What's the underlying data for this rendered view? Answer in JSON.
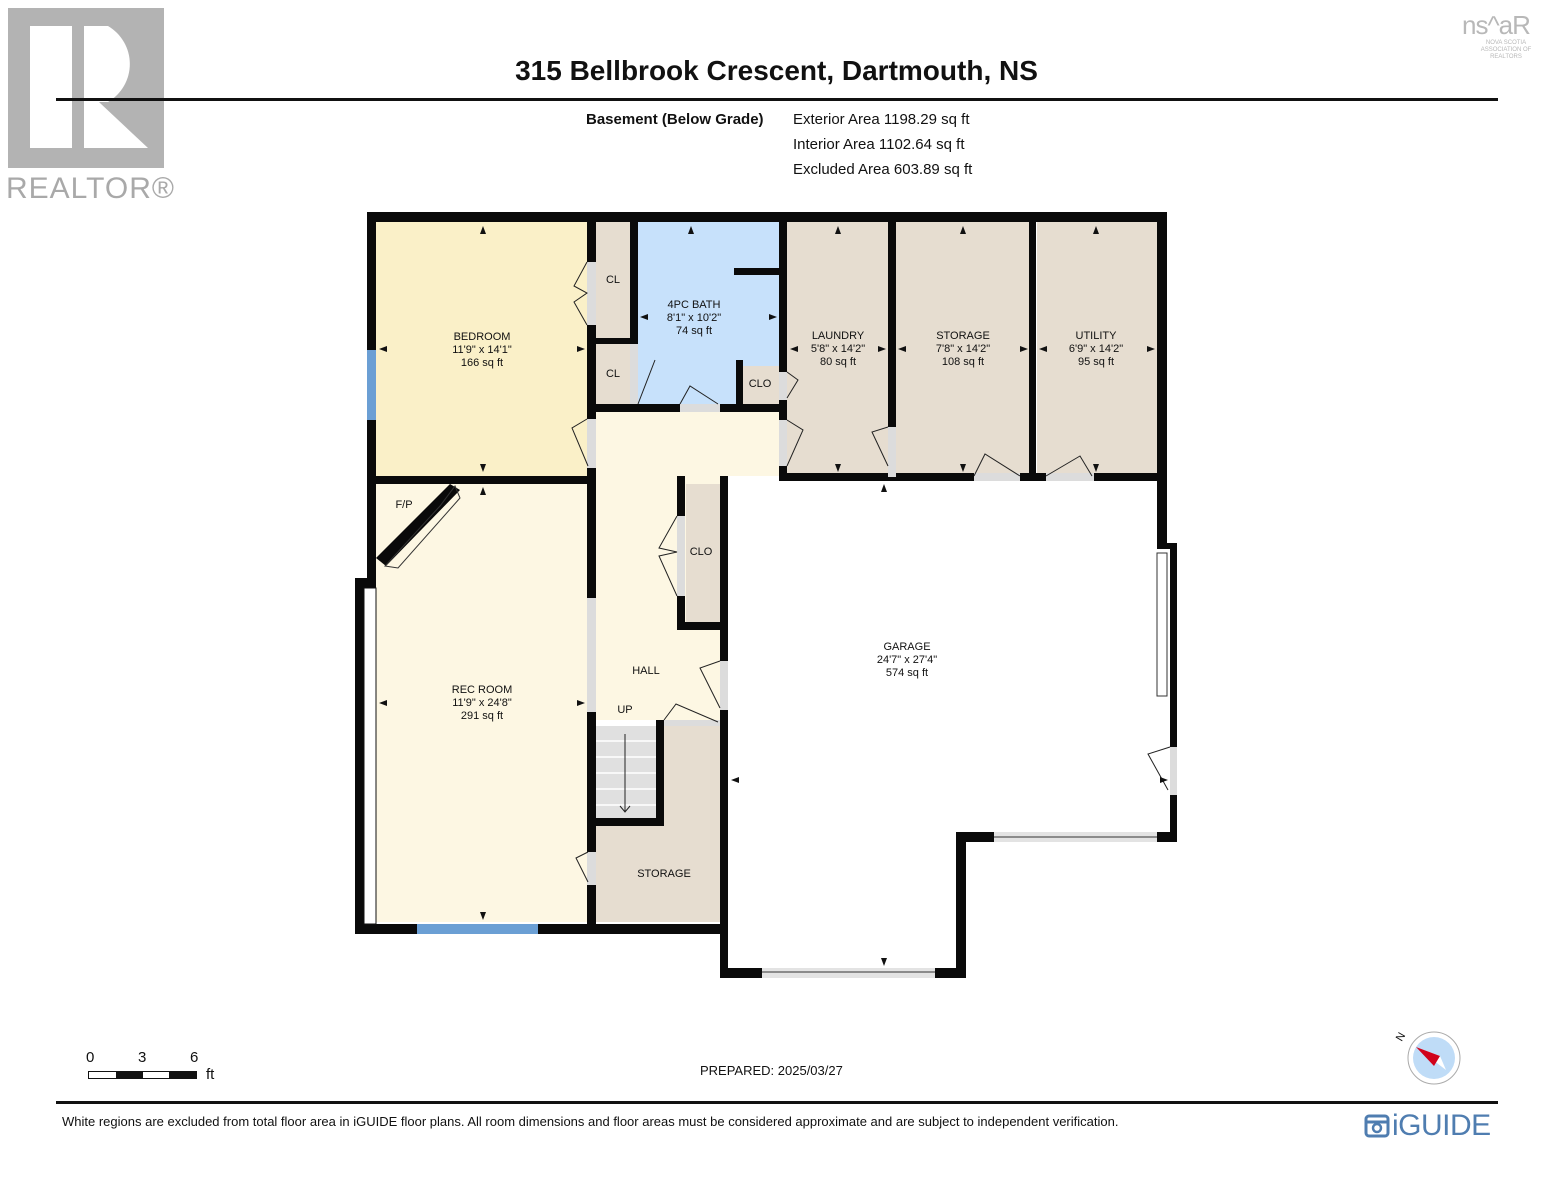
{
  "header": {
    "realtor_logo_text": "REALTOR®",
    "nsar_logo_text": "ns^aR",
    "nsar_logo_subtext": "NOVA SCOTIA ASSOCIATION OF REALTORS",
    "address": "315 Bellbrook Crescent, Dartmouth, NS"
  },
  "floor_summary": {
    "floor_name": "Basement (Below Grade)",
    "exterior_area": "Exterior Area 1198.29 sq ft",
    "interior_area": "Interior Area 1102.64 sq ft",
    "excluded_area": "Excluded Area 603.89 sq ft"
  },
  "colors": {
    "wall": "#0a0a0a",
    "bedroom_fill": "#faf0c8",
    "living_fill": "#fdf7e3",
    "bath_fill": "#c7e1fb",
    "utility_fill": "#e6ddd0",
    "excluded_fill": "#ffffff",
    "window": "#6b9fd4",
    "door_opening": "#d9d9d9",
    "iguide_blue": "#4f7db0",
    "compass_red": "#d0021b",
    "compass_blue": "#bfdcf7"
  },
  "rooms": [
    {
      "name": "BEDROOM",
      "dims": "11'9\" x 14'1\"",
      "area": "166 sq ft"
    },
    {
      "name": "4PC BATH",
      "dims": "8'1\" x 10'2\"",
      "area": "74 sq ft"
    },
    {
      "name": "LAUNDRY",
      "dims": "5'8\" x 14'2\"",
      "area": "80 sq ft"
    },
    {
      "name": "STORAGE",
      "dims": "7'8\" x 14'2\"",
      "area": "108 sq ft"
    },
    {
      "name": "UTILITY",
      "dims": "6'9\" x 14'2\"",
      "area": "95 sq ft"
    },
    {
      "name": "REC ROOM",
      "dims": "11'9\" x 24'8\"",
      "area": "291 sq ft"
    },
    {
      "name": "GARAGE",
      "dims": "24'7\" x 27'4\"",
      "area": "574 sq ft"
    }
  ],
  "labels": {
    "cl_1": "CL",
    "cl_2": "CL",
    "clo_bath": "CLO",
    "clo_hall": "CLO",
    "fireplace": "F/P",
    "hall": "HALL",
    "up": "UP",
    "storage_small": "STORAGE"
  },
  "scale": {
    "ticks": [
      "0",
      "3",
      "6"
    ],
    "unit": "ft"
  },
  "footer": {
    "prepared": "PREPARED: 2025/03/27",
    "disclaimer": "White regions are excluded from total floor area in iGUIDE floor plans. All room dimensions and floor areas must be considered approximate and are subject to independent verification.",
    "brand": "iGUIDE",
    "compass_label": "N"
  }
}
